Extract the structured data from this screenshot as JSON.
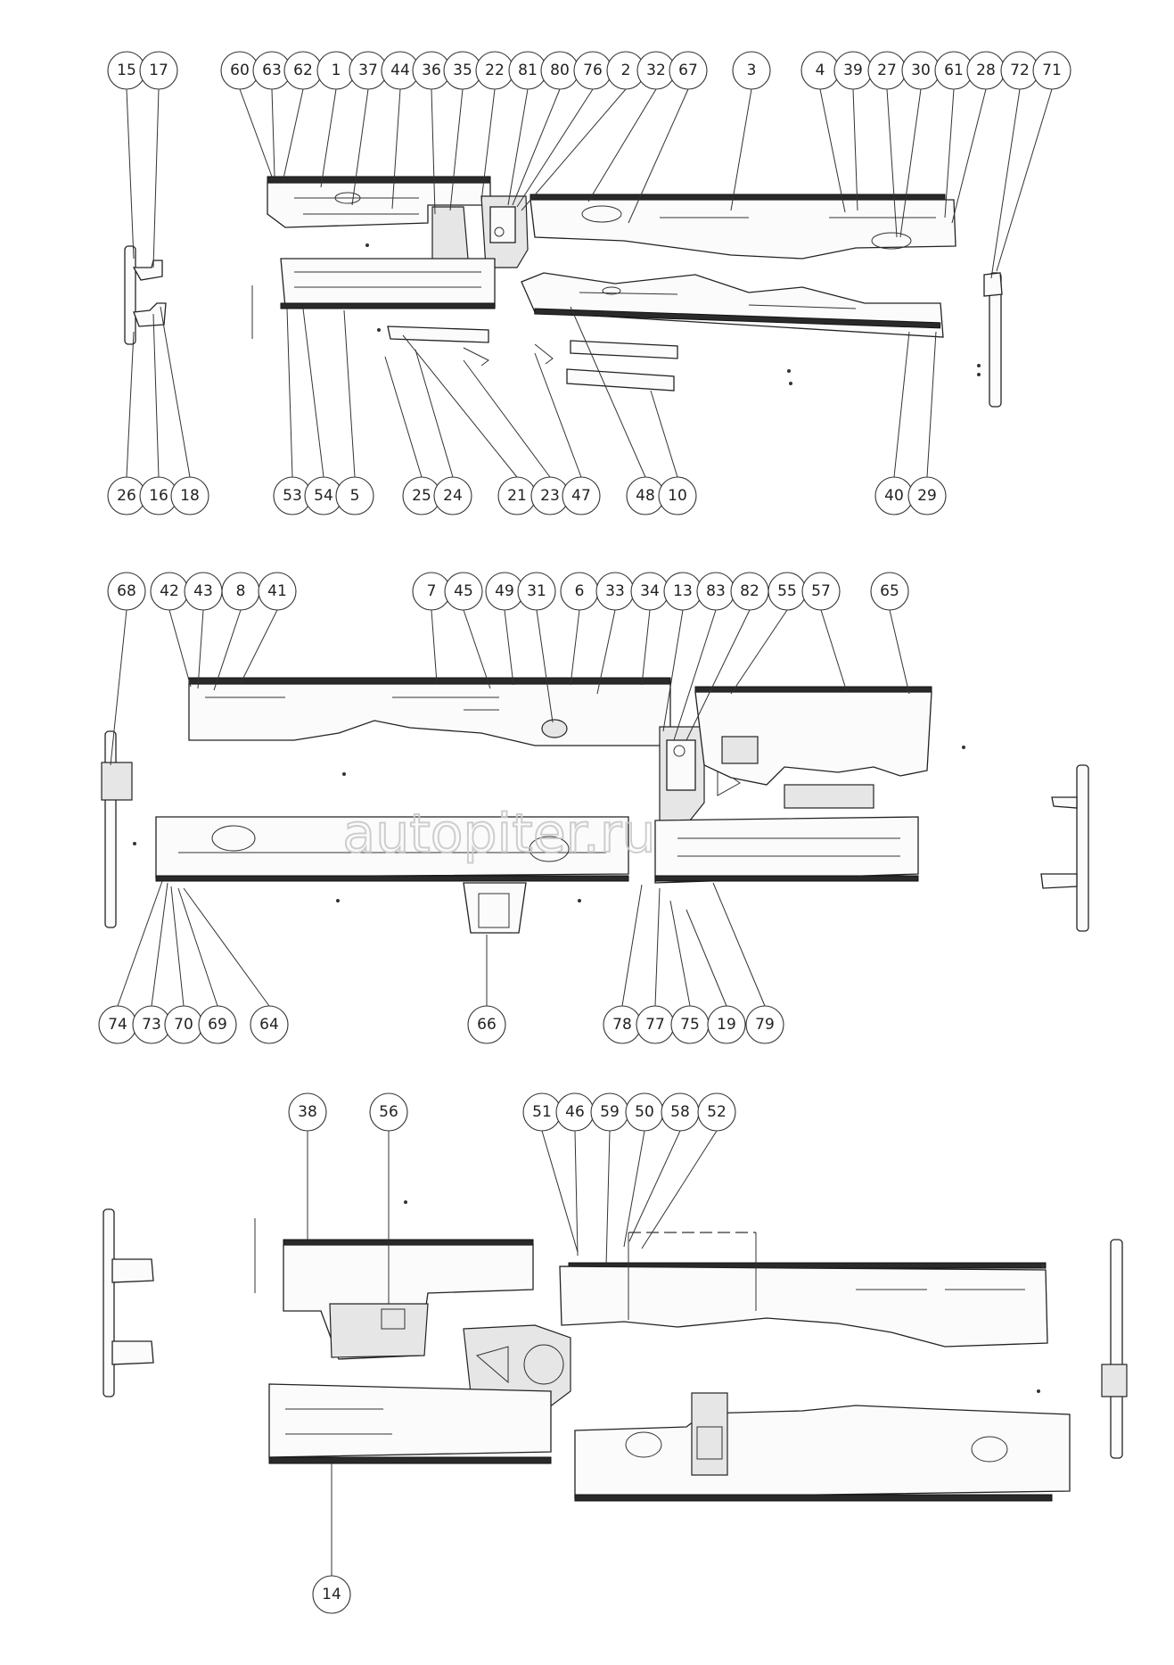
{
  "watermark": "autopiter.ru",
  "callouts": {
    "row1_top": [
      "15",
      "17",
      "60",
      "63",
      "62",
      "1",
      "37",
      "44",
      "36",
      "35",
      "22",
      "81",
      "80",
      "76",
      "2",
      "32",
      "67",
      "3",
      "4",
      "39",
      "27",
      "30",
      "61",
      "28",
      "72",
      "71"
    ],
    "row1_bottom": [
      "26",
      "16",
      "18",
      "53",
      "54",
      "5",
      "25",
      "24",
      "21",
      "23",
      "47",
      "48",
      "10",
      "40",
      "29"
    ],
    "row2_top": [
      "68",
      "42",
      "43",
      "8",
      "41",
      "7",
      "45",
      "49",
      "31",
      "6",
      "33",
      "34",
      "13",
      "83",
      "82",
      "55",
      "57",
      "65"
    ],
    "row2_bottom": [
      "74",
      "73",
      "70",
      "69",
      "64",
      "66",
      "78",
      "77",
      "75",
      "19",
      "79"
    ],
    "row3_top": [
      "38",
      "56",
      "51",
      "46",
      "59",
      "50",
      "58",
      "52"
    ],
    "row3_bottom": [
      "14"
    ]
  }
}
